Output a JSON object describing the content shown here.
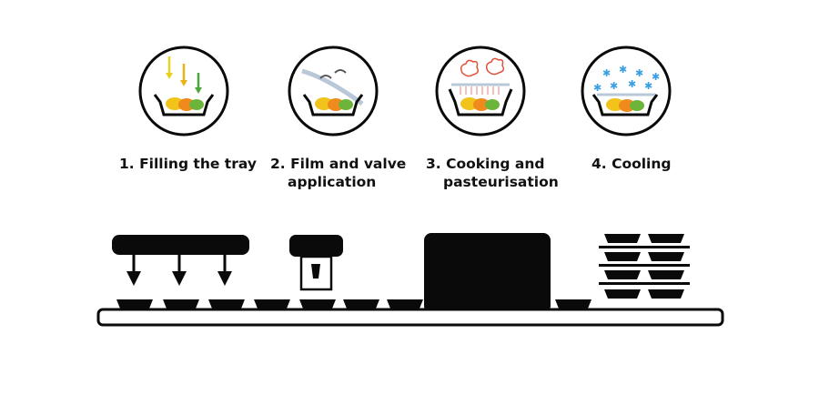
{
  "steps": [
    {
      "line1": "1. Filling the tray",
      "line2": "",
      "icon": "filling-icon"
    },
    {
      "line1": "2. Film and valve",
      "line2": "application",
      "icon": "film-valve-icon"
    },
    {
      "line1": "3. Cooking and",
      "line2": "pasteurisation",
      "icon": "cooking-icon"
    },
    {
      "line1": "4. Cooling",
      "line2": "",
      "icon": "cooling-icon"
    }
  ],
  "colors": {
    "black": "#0a0a0a",
    "food_yellow": "#f2c31a",
    "food_orange": "#f08a1c",
    "food_green": "#6db53a",
    "arrow_yellow": "#e8d21a",
    "arrow_green": "#4aa83a",
    "steam_red": "#e0503a",
    "snow_blue": "#3aa0e0"
  }
}
